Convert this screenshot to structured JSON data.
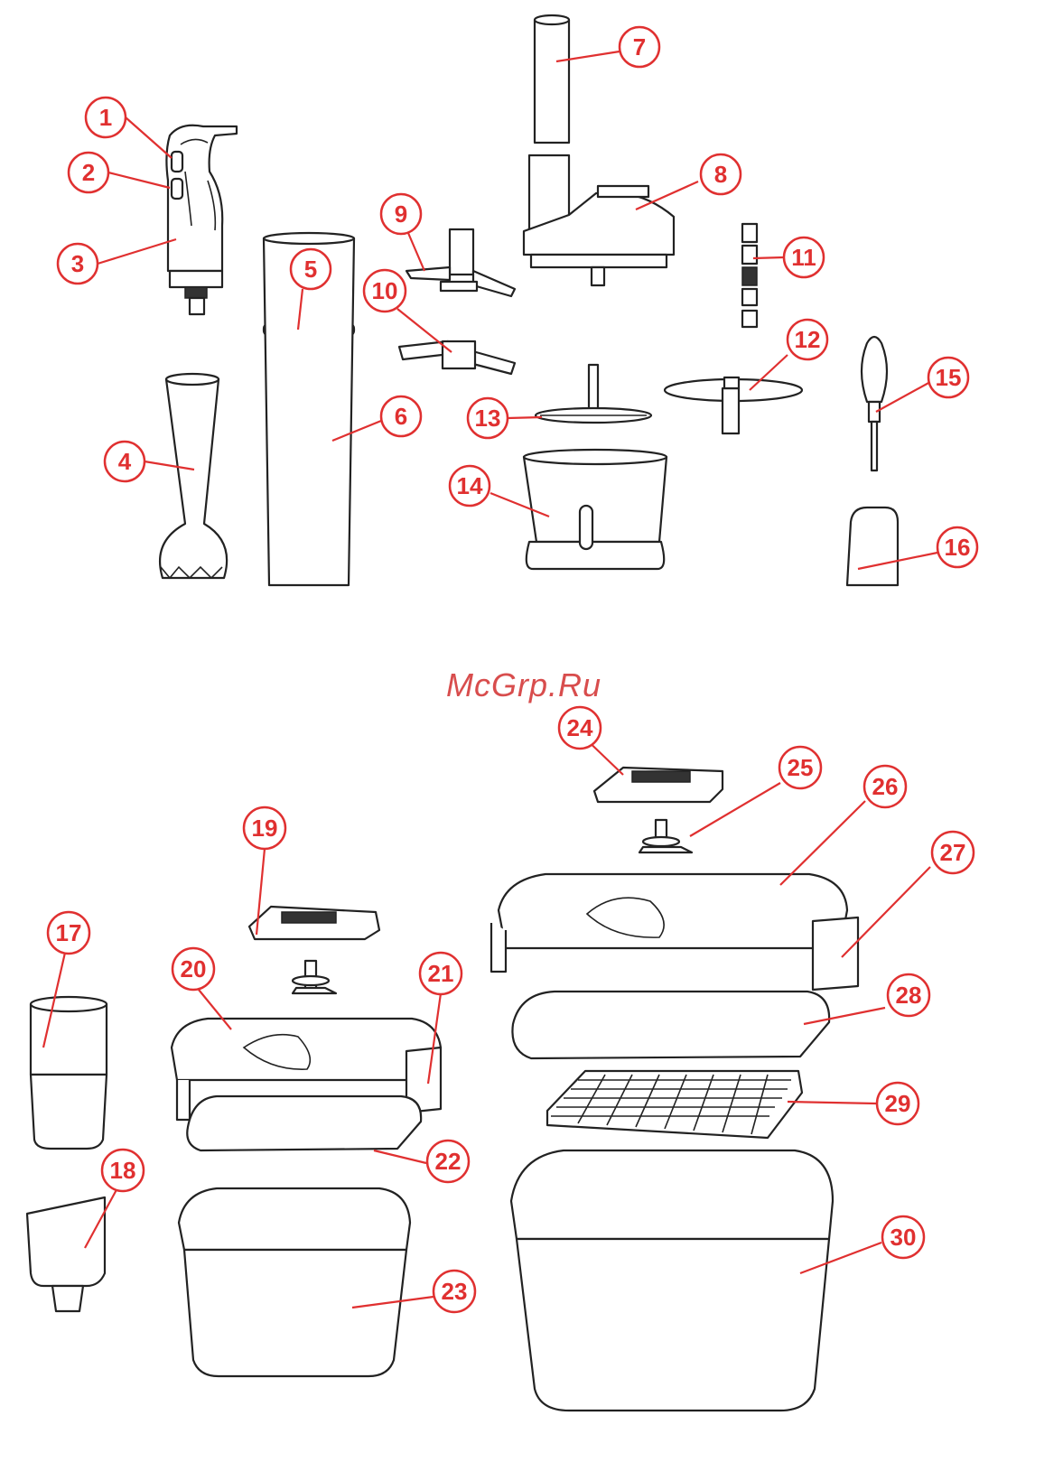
{
  "watermark": "McGrp.Ru",
  "accent_color": "#e03030",
  "callouts": [
    "1",
    "2",
    "3",
    "4",
    "5",
    "6",
    "7",
    "8",
    "9",
    "10",
    "11",
    "12",
    "13",
    "14",
    "15",
    "16",
    "17",
    "18",
    "19",
    "20",
    "21",
    "22",
    "23",
    "24",
    "25",
    "26",
    "27",
    "28",
    "29",
    "30"
  ]
}
